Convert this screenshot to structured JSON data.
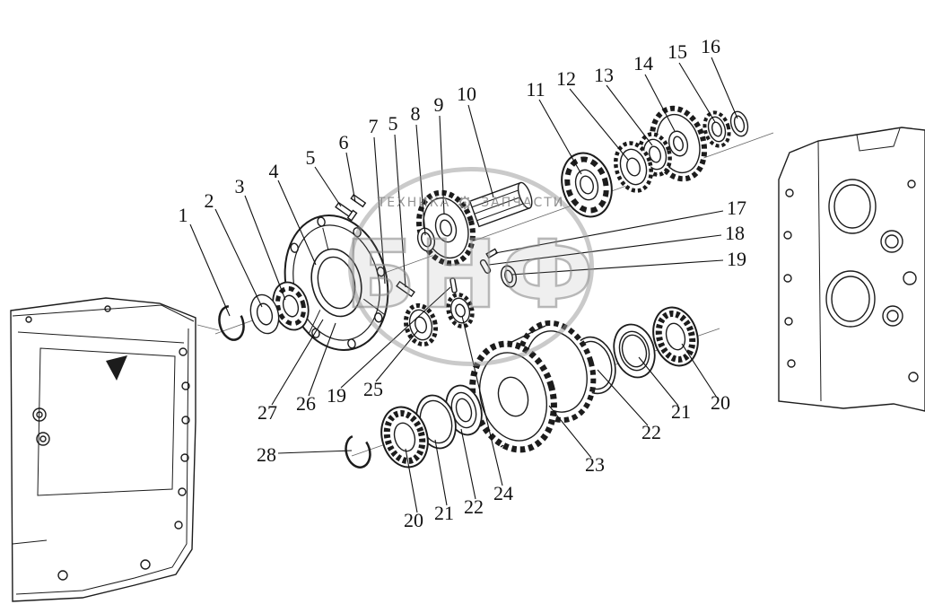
{
  "diagram": {
    "ink_color": "#1c1c1c",
    "background": "#ffffff",
    "description": "Exploded parts diagram of a gearbox shaft assembly with gears, bearings, snap rings and housings"
  },
  "watermark": {
    "left_text": "ТЕХНИКА",
    "right_text": "ЗАПЧАСТИ",
    "big_text": "БНФ",
    "gear_icon": "⚙",
    "color": "#969696"
  },
  "callouts": [
    {
      "label": "1"
    },
    {
      "label": "2"
    },
    {
      "label": "3"
    },
    {
      "label": "4"
    },
    {
      "label": "5"
    },
    {
      "label": "6"
    },
    {
      "label": "7"
    },
    {
      "label": "5"
    },
    {
      "label": "8"
    },
    {
      "label": "9"
    },
    {
      "label": "10"
    },
    {
      "label": "11"
    },
    {
      "label": "12"
    },
    {
      "label": "13"
    },
    {
      "label": "14"
    },
    {
      "label": "15"
    },
    {
      "label": "16"
    },
    {
      "label": "17"
    },
    {
      "label": "18"
    },
    {
      "label": "19"
    },
    {
      "label": "27"
    },
    {
      "label": "26"
    },
    {
      "label": "19"
    },
    {
      "label": "25"
    },
    {
      "label": "20"
    },
    {
      "label": "21"
    },
    {
      "label": "22"
    },
    {
      "label": "23"
    },
    {
      "label": "24"
    },
    {
      "label": "28"
    },
    {
      "label": "20"
    },
    {
      "label": "21"
    },
    {
      "label": "22"
    }
  ]
}
